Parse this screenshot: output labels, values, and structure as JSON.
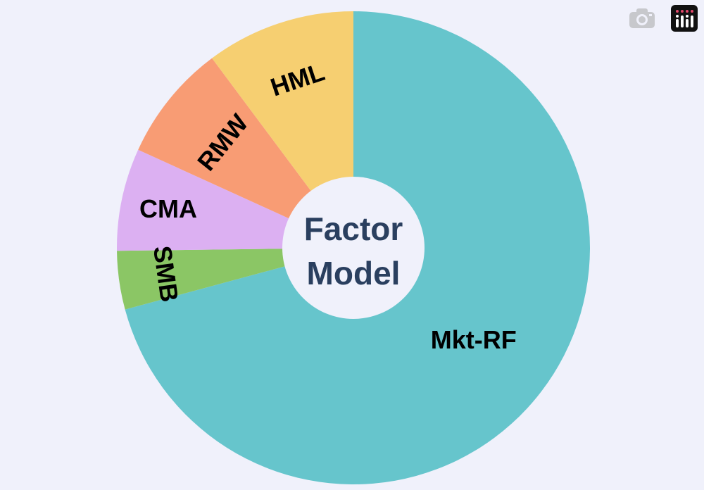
{
  "chart_data": {
    "type": "pie",
    "hole": true,
    "center_label_lines": [
      "Factor",
      "Model"
    ],
    "slices": [
      {
        "label": "Mkt-RF",
        "value": 70.8,
        "color": "#66c5cc"
      },
      {
        "label": "SMB",
        "value": 4.0,
        "color": "#8bc665"
      },
      {
        "label": "CMA",
        "value": 7.0,
        "color": "#dcb0f2"
      },
      {
        "label": "RMW",
        "value": 8.0,
        "color": "#f89c74"
      },
      {
        "label": "HML",
        "value": 10.2,
        "color": "#f6cf71"
      }
    ],
    "center_text_color": "#2a3f5f",
    "hole_color": "#f0f1fb"
  },
  "modebar": {
    "camera_icon": "camera-icon",
    "logo_icon": "plotly-logo-icon"
  }
}
